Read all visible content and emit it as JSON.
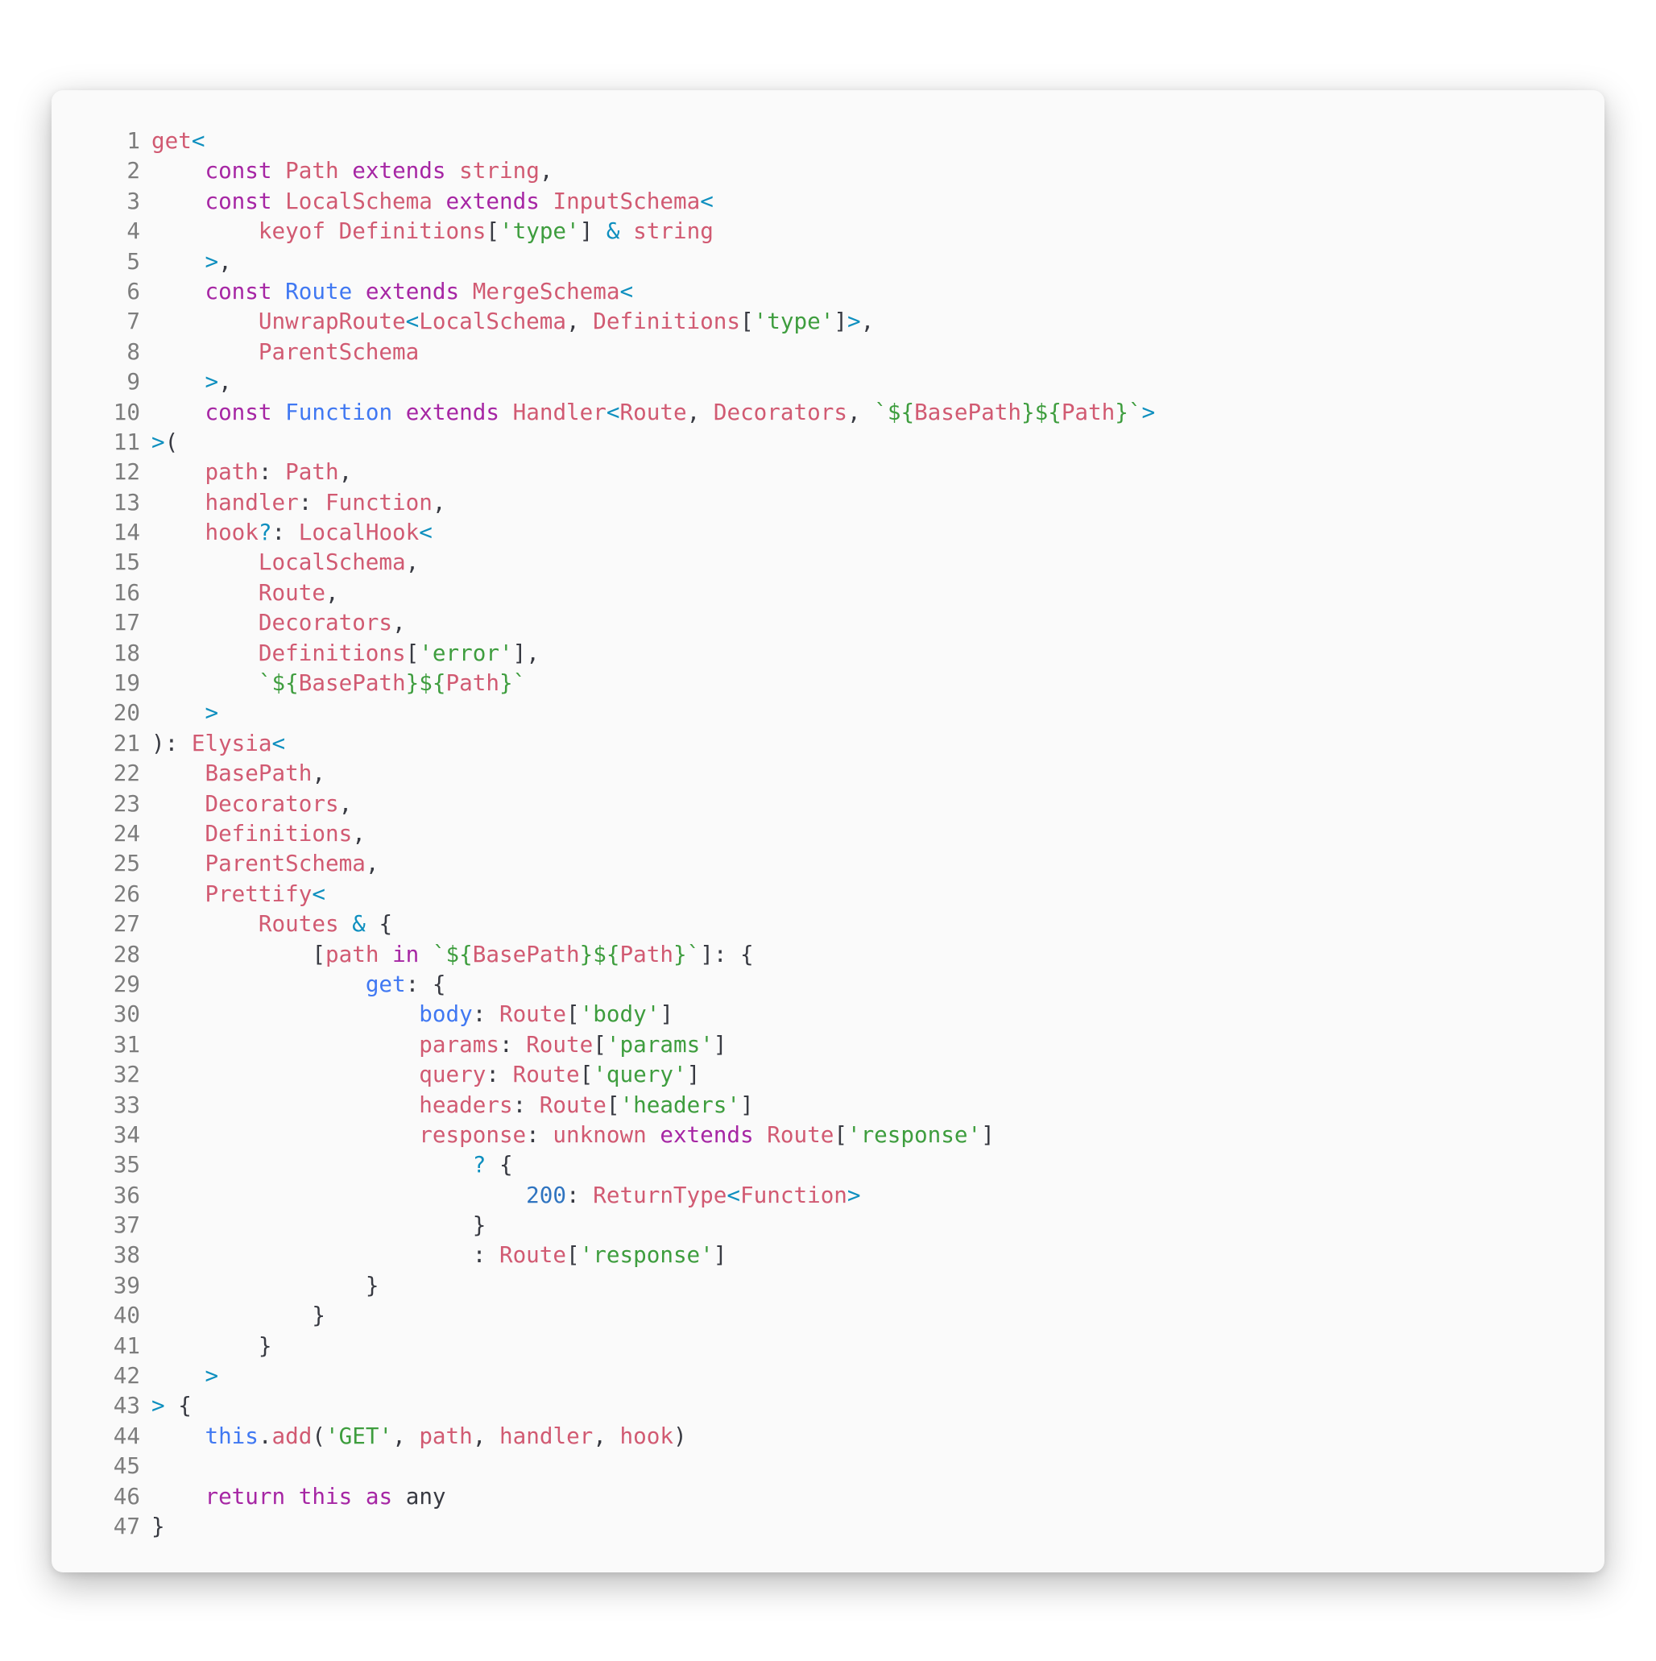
{
  "editor": {
    "lines": [
      [
        [
          "get",
          "type"
        ],
        [
          "<",
          "op"
        ]
      ],
      [
        [
          "    ",
          "plain"
        ],
        [
          "const",
          "key"
        ],
        [
          " ",
          "plain"
        ],
        [
          "Path",
          "type"
        ],
        [
          " ",
          "plain"
        ],
        [
          "extends",
          "key"
        ],
        [
          " ",
          "plain"
        ],
        [
          "string",
          "type"
        ],
        [
          ",",
          "punc"
        ]
      ],
      [
        [
          "    ",
          "plain"
        ],
        [
          "const",
          "key"
        ],
        [
          " ",
          "plain"
        ],
        [
          "LocalSchema",
          "type"
        ],
        [
          " ",
          "plain"
        ],
        [
          "extends",
          "key"
        ],
        [
          " ",
          "plain"
        ],
        [
          "InputSchema",
          "type"
        ],
        [
          "<",
          "op"
        ]
      ],
      [
        [
          "        ",
          "plain"
        ],
        [
          "keyof",
          "type"
        ],
        [
          " ",
          "plain"
        ],
        [
          "Definitions",
          "type"
        ],
        [
          "[",
          "punc"
        ],
        [
          "'type'",
          "str"
        ],
        [
          "]",
          "punc"
        ],
        [
          " ",
          "plain"
        ],
        [
          "&",
          "op"
        ],
        [
          " ",
          "plain"
        ],
        [
          "string",
          "type"
        ]
      ],
      [
        [
          "    ",
          "plain"
        ],
        [
          ">",
          "op"
        ],
        [
          ",",
          "punc"
        ]
      ],
      [
        [
          "    ",
          "plain"
        ],
        [
          "const",
          "key"
        ],
        [
          " ",
          "plain"
        ],
        [
          "Route",
          "fn"
        ],
        [
          " ",
          "plain"
        ],
        [
          "extends",
          "key"
        ],
        [
          " ",
          "plain"
        ],
        [
          "MergeSchema",
          "type"
        ],
        [
          "<",
          "op"
        ]
      ],
      [
        [
          "        ",
          "plain"
        ],
        [
          "UnwrapRoute",
          "type"
        ],
        [
          "<",
          "op"
        ],
        [
          "LocalSchema",
          "type"
        ],
        [
          ", ",
          "punc"
        ],
        [
          "Definitions",
          "type"
        ],
        [
          "[",
          "punc"
        ],
        [
          "'type'",
          "str"
        ],
        [
          "]",
          "punc"
        ],
        [
          ">",
          "op"
        ],
        [
          ",",
          "punc"
        ]
      ],
      [
        [
          "        ",
          "plain"
        ],
        [
          "ParentSchema",
          "type"
        ]
      ],
      [
        [
          "    ",
          "plain"
        ],
        [
          ">",
          "op"
        ],
        [
          ",",
          "punc"
        ]
      ],
      [
        [
          "    ",
          "plain"
        ],
        [
          "const",
          "key"
        ],
        [
          " ",
          "plain"
        ],
        [
          "Function",
          "fn"
        ],
        [
          " ",
          "plain"
        ],
        [
          "extends",
          "key"
        ],
        [
          " ",
          "plain"
        ],
        [
          "Handler",
          "type"
        ],
        [
          "<",
          "op"
        ],
        [
          "Route",
          "type"
        ],
        [
          ", ",
          "punc"
        ],
        [
          "Decorators",
          "type"
        ],
        [
          ", ",
          "punc"
        ],
        [
          "`${",
          "str"
        ],
        [
          "BasePath",
          "type"
        ],
        [
          "}${",
          "str"
        ],
        [
          "Path",
          "type"
        ],
        [
          "}`",
          "str"
        ],
        [
          ">",
          "op"
        ]
      ],
      [
        [
          ">",
          "op"
        ],
        [
          "(",
          "punc"
        ]
      ],
      [
        [
          "    ",
          "plain"
        ],
        [
          "path",
          "param"
        ],
        [
          ": ",
          "punc"
        ],
        [
          "Path",
          "type"
        ],
        [
          ",",
          "punc"
        ]
      ],
      [
        [
          "    ",
          "plain"
        ],
        [
          "handler",
          "param"
        ],
        [
          ": ",
          "punc"
        ],
        [
          "Function",
          "type"
        ],
        [
          ",",
          "punc"
        ]
      ],
      [
        [
          "    ",
          "plain"
        ],
        [
          "hook",
          "param"
        ],
        [
          "?",
          "op"
        ],
        [
          ": ",
          "punc"
        ],
        [
          "LocalHook",
          "type"
        ],
        [
          "<",
          "op"
        ]
      ],
      [
        [
          "        ",
          "plain"
        ],
        [
          "LocalSchema",
          "type"
        ],
        [
          ",",
          "punc"
        ]
      ],
      [
        [
          "        ",
          "plain"
        ],
        [
          "Route",
          "type"
        ],
        [
          ",",
          "punc"
        ]
      ],
      [
        [
          "        ",
          "plain"
        ],
        [
          "Decorators",
          "type"
        ],
        [
          ",",
          "punc"
        ]
      ],
      [
        [
          "        ",
          "plain"
        ],
        [
          "Definitions",
          "type"
        ],
        [
          "[",
          "punc"
        ],
        [
          "'error'",
          "str"
        ],
        [
          "]",
          "punc"
        ],
        [
          ",",
          "punc"
        ]
      ],
      [
        [
          "        ",
          "plain"
        ],
        [
          "`${",
          "str"
        ],
        [
          "BasePath",
          "type"
        ],
        [
          "}${",
          "str"
        ],
        [
          "Path",
          "type"
        ],
        [
          "}`",
          "str"
        ]
      ],
      [
        [
          "    ",
          "plain"
        ],
        [
          ">",
          "op"
        ]
      ],
      [
        [
          "): ",
          "punc"
        ],
        [
          "Elysia",
          "type"
        ],
        [
          "<",
          "op"
        ]
      ],
      [
        [
          "    ",
          "plain"
        ],
        [
          "BasePath",
          "type"
        ],
        [
          ",",
          "punc"
        ]
      ],
      [
        [
          "    ",
          "plain"
        ],
        [
          "Decorators",
          "type"
        ],
        [
          ",",
          "punc"
        ]
      ],
      [
        [
          "    ",
          "plain"
        ],
        [
          "Definitions",
          "type"
        ],
        [
          ",",
          "punc"
        ]
      ],
      [
        [
          "    ",
          "plain"
        ],
        [
          "ParentSchema",
          "type"
        ],
        [
          ",",
          "punc"
        ]
      ],
      [
        [
          "    ",
          "plain"
        ],
        [
          "Prettify",
          "type"
        ],
        [
          "<",
          "op"
        ]
      ],
      [
        [
          "        ",
          "plain"
        ],
        [
          "Routes",
          "type"
        ],
        [
          " ",
          "plain"
        ],
        [
          "&",
          "op"
        ],
        [
          " {",
          "punc"
        ]
      ],
      [
        [
          "            ",
          "plain"
        ],
        [
          "[",
          "punc"
        ],
        [
          "path",
          "type"
        ],
        [
          " ",
          "plain"
        ],
        [
          "in",
          "key"
        ],
        [
          " ",
          "plain"
        ],
        [
          "`${",
          "str"
        ],
        [
          "BasePath",
          "type"
        ],
        [
          "}${",
          "str"
        ],
        [
          "Path",
          "type"
        ],
        [
          "}`",
          "str"
        ],
        [
          "]: {",
          "punc"
        ]
      ],
      [
        [
          "                ",
          "plain"
        ],
        [
          "get",
          "fn"
        ],
        [
          ": {",
          "punc"
        ]
      ],
      [
        [
          "                    ",
          "plain"
        ],
        [
          "body",
          "fn"
        ],
        [
          ": ",
          "punc"
        ],
        [
          "Route",
          "type"
        ],
        [
          "[",
          "punc"
        ],
        [
          "'body'",
          "str"
        ],
        [
          "]",
          "punc"
        ]
      ],
      [
        [
          "                    ",
          "plain"
        ],
        [
          "params",
          "param"
        ],
        [
          ": ",
          "punc"
        ],
        [
          "Route",
          "type"
        ],
        [
          "[",
          "punc"
        ],
        [
          "'params'",
          "str"
        ],
        [
          "]",
          "punc"
        ]
      ],
      [
        [
          "                    ",
          "plain"
        ],
        [
          "query",
          "param"
        ],
        [
          ": ",
          "punc"
        ],
        [
          "Route",
          "type"
        ],
        [
          "[",
          "punc"
        ],
        [
          "'query'",
          "str"
        ],
        [
          "]",
          "punc"
        ]
      ],
      [
        [
          "                    ",
          "plain"
        ],
        [
          "headers",
          "param"
        ],
        [
          ": ",
          "punc"
        ],
        [
          "Route",
          "type"
        ],
        [
          "[",
          "punc"
        ],
        [
          "'headers'",
          "str"
        ],
        [
          "]",
          "punc"
        ]
      ],
      [
        [
          "                    ",
          "plain"
        ],
        [
          "response",
          "param"
        ],
        [
          ": ",
          "punc"
        ],
        [
          "unknown",
          "type"
        ],
        [
          " ",
          "plain"
        ],
        [
          "extends",
          "key"
        ],
        [
          " ",
          "plain"
        ],
        [
          "Route",
          "type"
        ],
        [
          "[",
          "punc"
        ],
        [
          "'response'",
          "str"
        ],
        [
          "]",
          "punc"
        ]
      ],
      [
        [
          "                        ",
          "plain"
        ],
        [
          "?",
          "op"
        ],
        [
          " {",
          "punc"
        ]
      ],
      [
        [
          "                            ",
          "plain"
        ],
        [
          "200",
          "num"
        ],
        [
          ": ",
          "punc"
        ],
        [
          "ReturnType",
          "type"
        ],
        [
          "<",
          "op"
        ],
        [
          "Function",
          "type"
        ],
        [
          ">",
          "op"
        ]
      ],
      [
        [
          "                        ",
          "plain"
        ],
        [
          "}",
          "punc"
        ]
      ],
      [
        [
          "                        ",
          "plain"
        ],
        [
          ": ",
          "punc"
        ],
        [
          "Route",
          "type"
        ],
        [
          "[",
          "punc"
        ],
        [
          "'response'",
          "str"
        ],
        [
          "]",
          "punc"
        ]
      ],
      [
        [
          "                ",
          "plain"
        ],
        [
          "}",
          "punc"
        ]
      ],
      [
        [
          "            ",
          "plain"
        ],
        [
          "}",
          "punc"
        ]
      ],
      [
        [
          "        ",
          "plain"
        ],
        [
          "}",
          "punc"
        ]
      ],
      [
        [
          "    ",
          "plain"
        ],
        [
          ">",
          "op"
        ]
      ],
      [
        [
          ">",
          "op"
        ],
        [
          " {",
          "punc"
        ]
      ],
      [
        [
          "    ",
          "plain"
        ],
        [
          "this",
          "fn"
        ],
        [
          ".",
          "punc"
        ],
        [
          "add",
          "type"
        ],
        [
          "(",
          "punc"
        ],
        [
          "'GET'",
          "str"
        ],
        [
          ", ",
          "punc"
        ],
        [
          "path",
          "type"
        ],
        [
          ", ",
          "punc"
        ],
        [
          "handler",
          "type"
        ],
        [
          ", ",
          "punc"
        ],
        [
          "hook",
          "type"
        ],
        [
          ")",
          "punc"
        ]
      ],
      [
        [
          "",
          "plain"
        ]
      ],
      [
        [
          "    ",
          "plain"
        ],
        [
          "return",
          "key"
        ],
        [
          " ",
          "plain"
        ],
        [
          "this",
          "key"
        ],
        [
          " ",
          "plain"
        ],
        [
          "as",
          "key"
        ],
        [
          " ",
          "plain"
        ],
        [
          "any",
          "plain"
        ]
      ],
      [
        [
          "}",
          "punc"
        ]
      ]
    ]
  },
  "colors": {
    "keyword": "#a626a4",
    "type": "#d15a72",
    "operator": "#0e8fbf",
    "string": "#3e9d3e",
    "function": "#4078f2",
    "number": "#2f74c0",
    "plain": "#383a42",
    "line_number": "#7d7d7d",
    "background": "#fafafa"
  }
}
